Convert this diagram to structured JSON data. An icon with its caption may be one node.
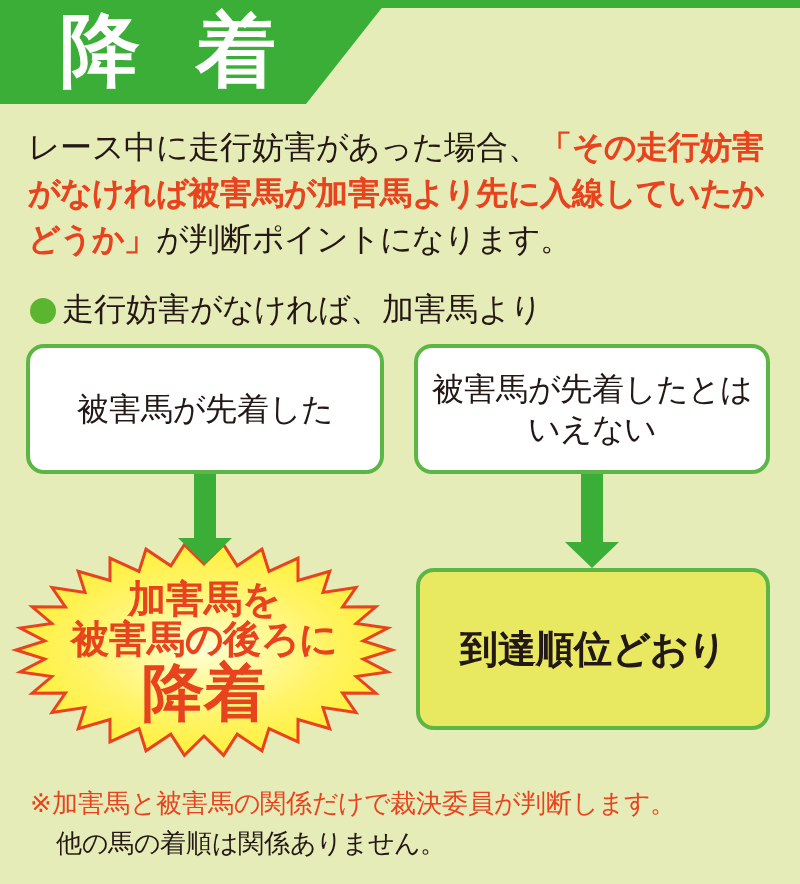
{
  "diagram": {
    "title": "降着",
    "nodes": [
      {
        "text": [
          "被害馬が先着した"
        ]
      },
      {
        "text": [
          "被害馬が先着したとはいえない"
        ]
      },
      {
        "text": [
          "加害馬を被害馬の後ろに",
          "降着"
        ]
      },
      {
        "text": [
          "到達順位どおり"
        ]
      }
    ],
    "edges": [
      {
        "from": 0,
        "to": 2,
        "arrow": "to"
      },
      {
        "from": 1,
        "to": 3,
        "arrow": "to"
      }
    ],
    "labels": [
      "レース中に走行妨害があった場合、**「その走行妨害がなければ被害馬が加害馬より先に入線していたかどうか」**が判断ポイントになります。",
      "走行妨害がなければ、加害馬より",
      "※加害馬と被害馬の関係だけで裁決委員が判断します。",
      "他の馬の着順は関係ありません。"
    ]
  }
}
